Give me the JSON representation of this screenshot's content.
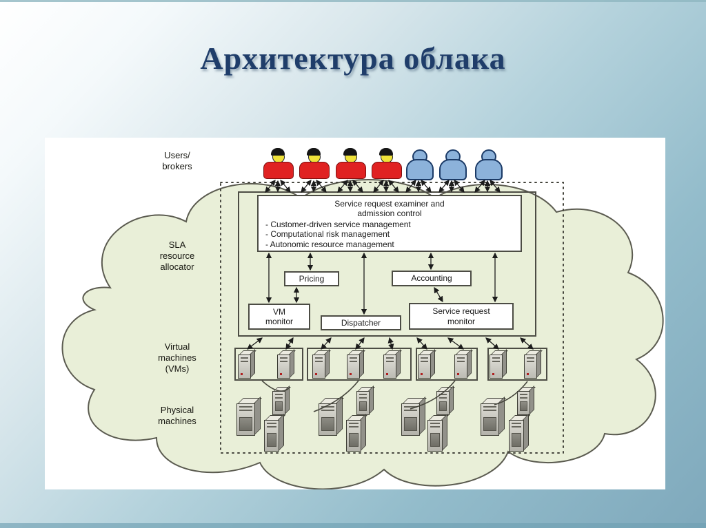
{
  "slide": {
    "title": "Архитектура облака"
  },
  "diagram": {
    "side_labels": {
      "users": [
        "Users/",
        "brokers"
      ],
      "sla": [
        "SLA",
        "resource",
        "allocator"
      ],
      "vms": [
        "Virtual",
        "machines",
        "(VMs)"
      ],
      "physical": [
        "Physical",
        "machines"
      ]
    },
    "admission": {
      "title": [
        "Service request examiner and",
        "admission control"
      ],
      "bullets": [
        "- Customer-driven service management",
        "- Computational risk management",
        "- Autonomic resource management"
      ]
    },
    "pricing": "Pricing",
    "accounting": "Accounting",
    "vm_monitor": [
      "VM",
      "monitor"
    ],
    "dispatcher": "Dispatcher",
    "service_request_monitor": [
      "Service request",
      "monitor"
    ],
    "users": {
      "red_count": 4,
      "blue_count": 3
    },
    "vm_groups": [
      2,
      3,
      2,
      2
    ],
    "physical_clusters": 4
  },
  "colors": {
    "title_navy": "#1f3d6a",
    "cloud_fill": "#e9efd8",
    "cloud_stroke": "#5b5b50",
    "background_teal": "#7fa9bc",
    "user_shirt_red": "#e02222",
    "user_face_yellow": "#efe23a",
    "user_blue": "#8cb2da"
  }
}
